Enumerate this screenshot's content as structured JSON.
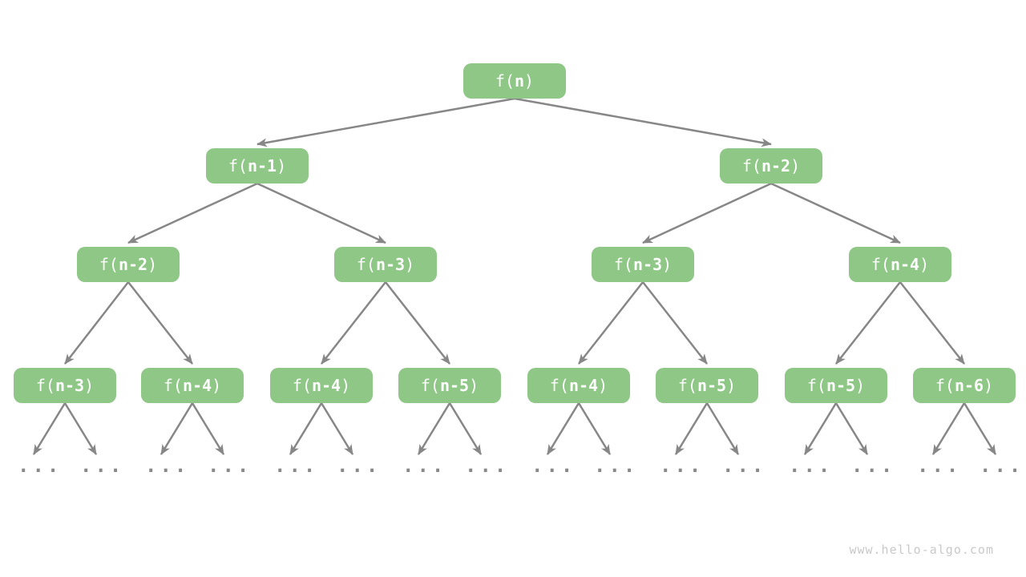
{
  "diagram": {
    "node_prefix": "f(",
    "node_suffix": ")",
    "ellipsis": "...",
    "nodes": [
      {
        "id": "n0",
        "arg": "n",
        "label": "f(n)",
        "level": 1
      },
      {
        "id": "n1",
        "arg": "n-1",
        "label": "f(n-1)",
        "level": 2
      },
      {
        "id": "n2",
        "arg": "n-2",
        "label": "f(n-2)",
        "level": 2
      },
      {
        "id": "n3",
        "arg": "n-2",
        "label": "f(n-2)",
        "level": 3
      },
      {
        "id": "n4",
        "arg": "n-3",
        "label": "f(n-3)",
        "level": 3
      },
      {
        "id": "n5",
        "arg": "n-3",
        "label": "f(n-3)",
        "level": 3
      },
      {
        "id": "n6",
        "arg": "n-4",
        "label": "f(n-4)",
        "level": 3
      },
      {
        "id": "n7",
        "arg": "n-3",
        "label": "f(n-3)",
        "level": 4
      },
      {
        "id": "n8",
        "arg": "n-4",
        "label": "f(n-4)",
        "level": 4
      },
      {
        "id": "n9",
        "arg": "n-4",
        "label": "f(n-4)",
        "level": 4
      },
      {
        "id": "n10",
        "arg": "n-5",
        "label": "f(n-5)",
        "level": 4
      },
      {
        "id": "n11",
        "arg": "n-4",
        "label": "f(n-4)",
        "level": 4
      },
      {
        "id": "n12",
        "arg": "n-5",
        "label": "f(n-5)",
        "level": 4
      },
      {
        "id": "n13",
        "arg": "n-5",
        "label": "f(n-5)",
        "level": 4
      },
      {
        "id": "n14",
        "arg": "n-6",
        "label": "f(n-6)",
        "level": 4
      }
    ],
    "edges": [
      {
        "from": "n0",
        "to": "n1"
      },
      {
        "from": "n0",
        "to": "n2"
      },
      {
        "from": "n1",
        "to": "n3"
      },
      {
        "from": "n1",
        "to": "n4"
      },
      {
        "from": "n2",
        "to": "n5"
      },
      {
        "from": "n2",
        "to": "n6"
      },
      {
        "from": "n3",
        "to": "n7"
      },
      {
        "from": "n3",
        "to": "n8"
      },
      {
        "from": "n4",
        "to": "n9"
      },
      {
        "from": "n4",
        "to": "n10"
      },
      {
        "from": "n5",
        "to": "n11"
      },
      {
        "from": "n5",
        "to": "n12"
      },
      {
        "from": "n6",
        "to": "n13"
      },
      {
        "from": "n6",
        "to": "n14"
      },
      {
        "from": "n7",
        "to": "e0"
      },
      {
        "from": "n7",
        "to": "e1"
      },
      {
        "from": "n8",
        "to": "e2"
      },
      {
        "from": "n8",
        "to": "e3"
      },
      {
        "from": "n9",
        "to": "e4"
      },
      {
        "from": "n9",
        "to": "e5"
      },
      {
        "from": "n10",
        "to": "e6"
      },
      {
        "from": "n10",
        "to": "e7"
      },
      {
        "from": "n11",
        "to": "e8"
      },
      {
        "from": "n11",
        "to": "e9"
      },
      {
        "from": "n12",
        "to": "e10"
      },
      {
        "from": "n12",
        "to": "e11"
      },
      {
        "from": "n13",
        "to": "e12"
      },
      {
        "from": "n13",
        "to": "e13"
      },
      {
        "from": "n14",
        "to": "e14"
      },
      {
        "from": "n14",
        "to": "e15"
      }
    ],
    "colors": {
      "node_fill": "#8FC786",
      "node_text": "#FFFFFF",
      "arrow": "#878787",
      "ellipsis": "#898989",
      "watermark": "#C9C9C9"
    }
  },
  "watermark": {
    "text": "www.hello-algo.com"
  }
}
